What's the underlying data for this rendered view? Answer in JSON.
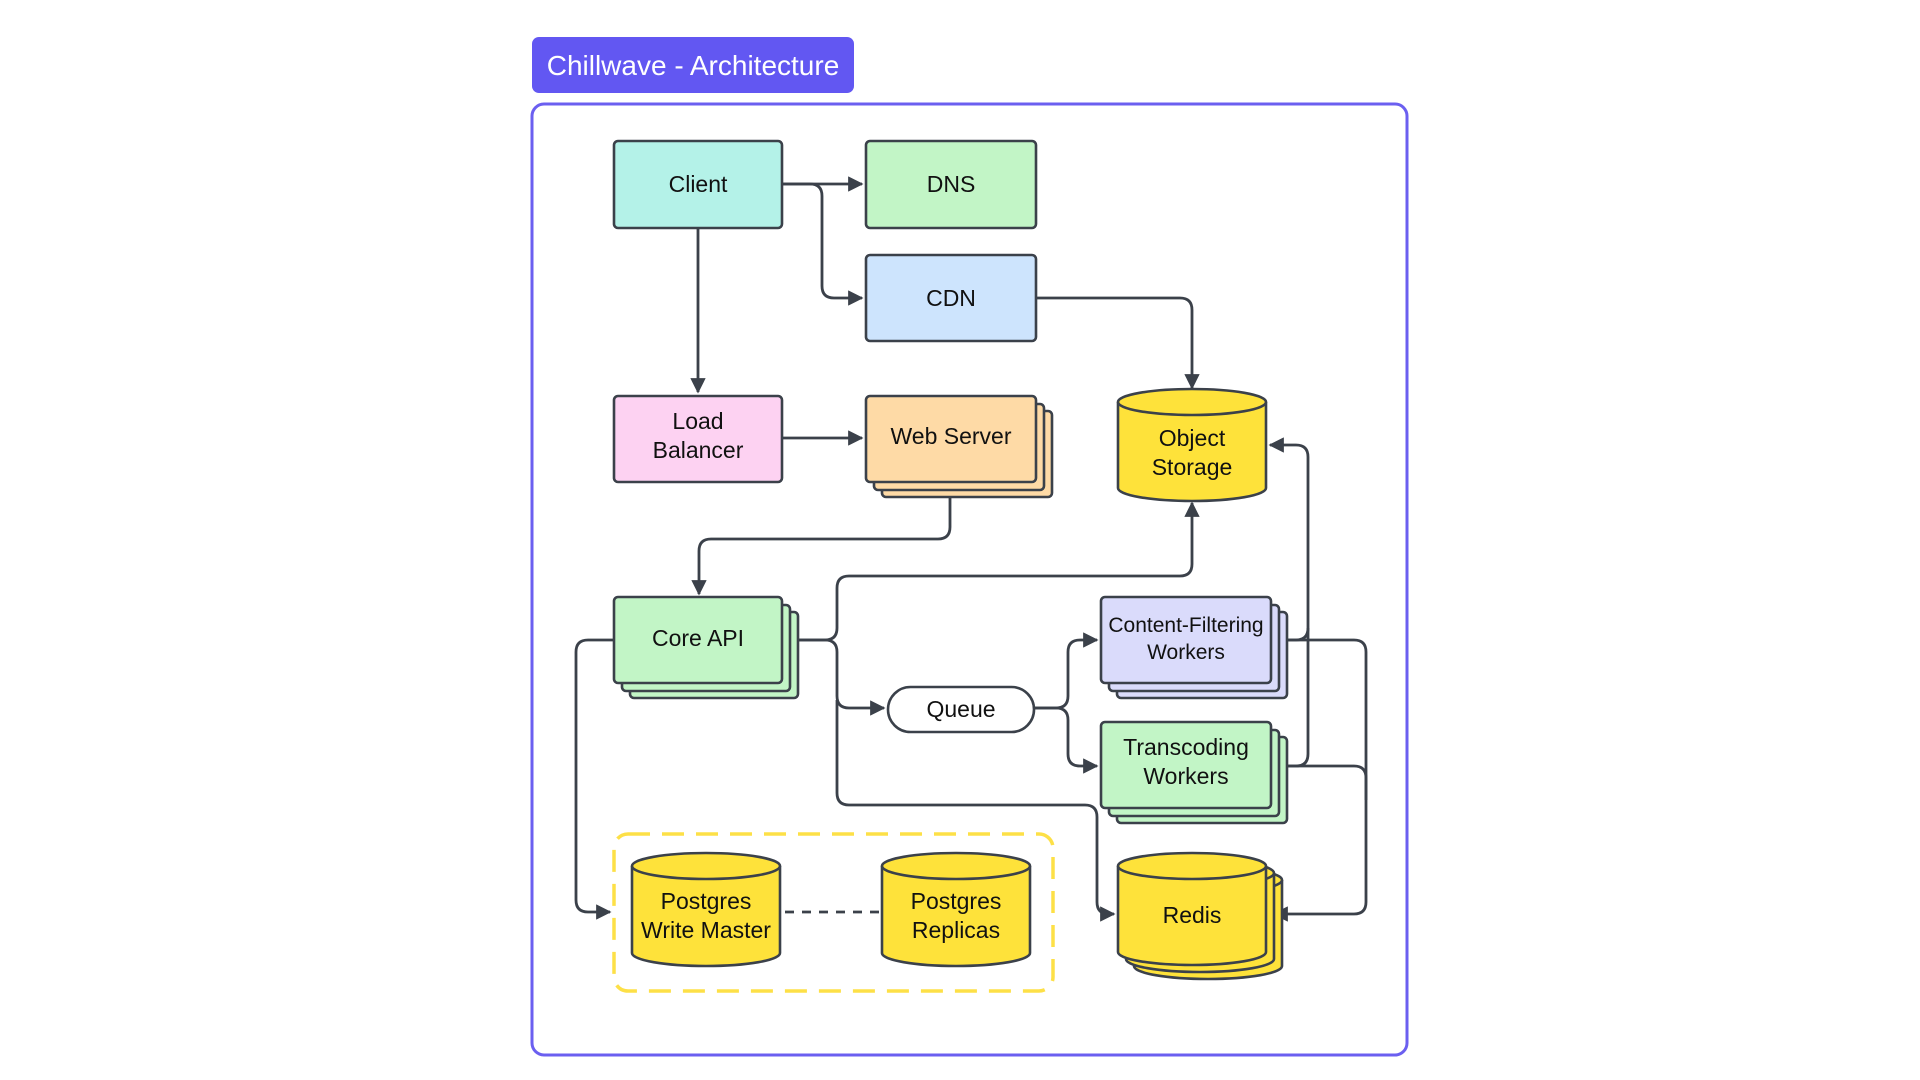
{
  "title": "Chillwave - Architecture",
  "colors": {
    "accent": "#6257f2",
    "frame": "#6b5ff0",
    "edge": "#3b414a",
    "client": "#b4f2e8",
    "dns": "#c2f5c6",
    "cdn": "#cde4fd",
    "load_balancer": "#fdd2f2",
    "web_server": "#fedaa6",
    "database": "#fee23a",
    "core_api": "#c2f5c6",
    "content_filtering": "#dadbfb",
    "transcoding": "#c2f5c6",
    "queue": "#ffffff",
    "db_group_border": "#fde047"
  },
  "nodes": {
    "client": {
      "label": "Client"
    },
    "dns": {
      "label": "DNS"
    },
    "cdn": {
      "label": "CDN"
    },
    "load_balancer": {
      "line1": "Load",
      "line2": "Balancer"
    },
    "web_server": {
      "label": "Web Server"
    },
    "object_storage": {
      "line1": "Object",
      "line2": "Storage"
    },
    "core_api": {
      "label": "Core API"
    },
    "queue": {
      "label": "Queue"
    },
    "content_filtering": {
      "line1": "Content-Filtering",
      "line2": "Workers"
    },
    "transcoding": {
      "line1": "Transcoding",
      "line2": "Workers"
    },
    "postgres_master": {
      "line1": "Postgres",
      "line2": "Write Master"
    },
    "postgres_replicas": {
      "line1": "Postgres",
      "line2": "Replicas"
    },
    "redis": {
      "label": "Redis"
    }
  },
  "edges": [
    {
      "from": "client",
      "to": "dns"
    },
    {
      "from": "client",
      "to": "cdn"
    },
    {
      "from": "client",
      "to": "load_balancer"
    },
    {
      "from": "cdn",
      "to": "object_storage"
    },
    {
      "from": "load_balancer",
      "to": "web_server"
    },
    {
      "from": "web_server",
      "to": "core_api"
    },
    {
      "from": "core_api",
      "to": "object_storage"
    },
    {
      "from": "core_api",
      "to": "queue"
    },
    {
      "from": "core_api",
      "to": "redis"
    },
    {
      "from": "core_api",
      "to": "postgres_master"
    },
    {
      "from": "queue",
      "to": "content_filtering"
    },
    {
      "from": "queue",
      "to": "transcoding"
    },
    {
      "from": "content_filtering",
      "to": "object_storage"
    },
    {
      "from": "transcoding",
      "to": "object_storage"
    },
    {
      "from": "content_filtering",
      "to": "redis"
    },
    {
      "from": "transcoding",
      "to": "redis"
    },
    {
      "from": "postgres_master",
      "to": "postgres_replicas",
      "style": "dashed"
    }
  ]
}
